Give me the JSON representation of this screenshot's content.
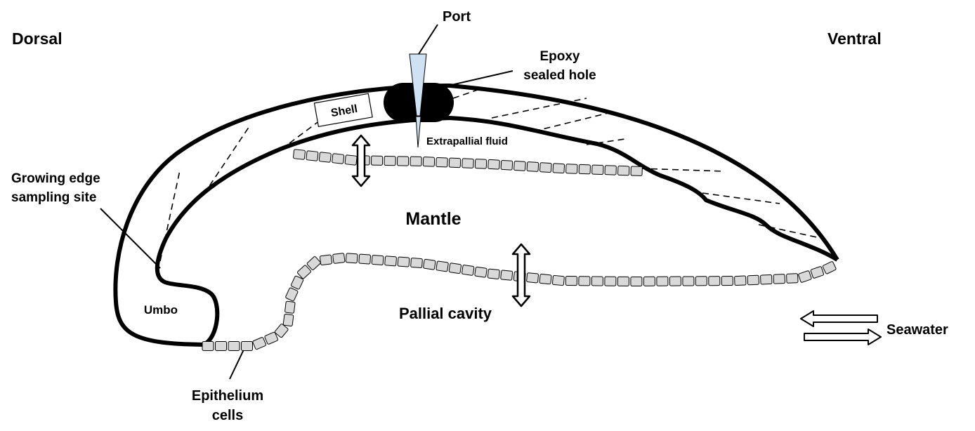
{
  "labels": {
    "dorsal": "Dorsal",
    "ventral": "Ventral",
    "port": "Port",
    "epoxy_line1": "Epoxy",
    "epoxy_line2": "sealed hole",
    "shell": "Shell",
    "extrapallial": "Extrapallial fluid",
    "growing_line1": "Growing edge",
    "growing_line2": "sampling site",
    "mantle": "Mantle",
    "umbo": "Umbo",
    "pallial": "Pallial cavity",
    "seawater": "Seawater",
    "epithelium_line1": "Epithelium",
    "epithelium_line2": "cells"
  },
  "colors": {
    "port": "#cfe2f3",
    "cell": "#d9d9d9",
    "line": "#000000"
  }
}
